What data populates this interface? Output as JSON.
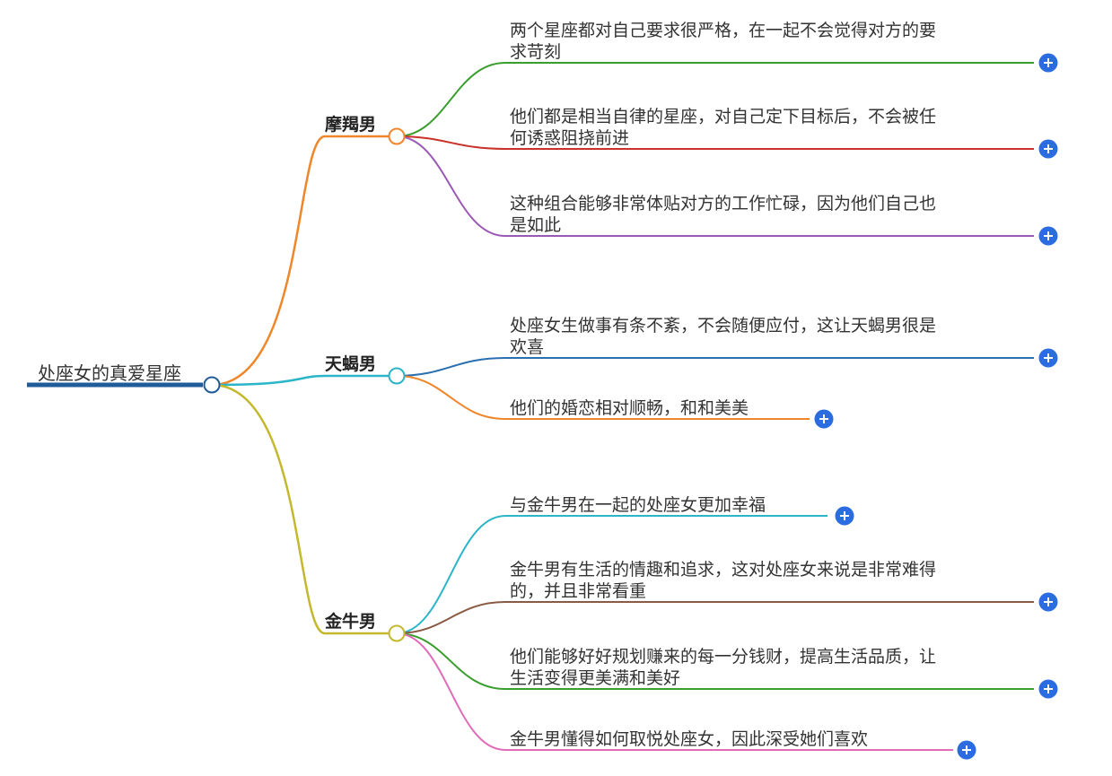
{
  "root": {
    "label": "处座女的真爱星座",
    "color": "#1f5c99"
  },
  "branches": [
    {
      "label": "摩羯男",
      "color": "#f0862a",
      "leaves": [
        {
          "lines": [
            "两个星座都对自己要求很严格，在一起不会觉得对方的要",
            "求苛刻"
          ],
          "color": "#3a9e2e"
        },
        {
          "lines": [
            "他们都是相当自律的星座，对自己定下目标后，不会被任",
            "何诱惑阻挠前进"
          ],
          "color": "#c8322a"
        },
        {
          "lines": [
            "这种组合能够非常体贴对方的工作忙碌，因为他们自己也",
            "是如此"
          ],
          "color": "#9b59b6"
        }
      ]
    },
    {
      "label": "天蝎男",
      "color": "#2bb5c9",
      "leaves": [
        {
          "lines": [
            "处座女生做事有条不紊，不会随便应付，这让天蝎男很是",
            "欢喜"
          ],
          "color": "#2a6fb0"
        },
        {
          "lines": [
            "他们的婚恋相对顺畅，和和美美"
          ],
          "color": "#f0862a"
        }
      ]
    },
    {
      "label": "金牛男",
      "color": "#c4b82c",
      "leaves": [
        {
          "lines": [
            "与金牛男在一起的处座女更加幸福"
          ],
          "color": "#2bb5c9"
        },
        {
          "lines": [
            "金牛男有生活的情趣和追求，这对处座女来说是非常难得",
            "的，并且非常看重"
          ],
          "color": "#8b5a44"
        },
        {
          "lines": [
            "他们能够好好规划赚来的每一分钱财，提高生活品质，让",
            "生活变得更美满和美好"
          ],
          "color": "#3a9e2e"
        },
        {
          "lines": [
            "金牛男懂得如何取悦处座女，因此深受她们喜欢"
          ],
          "color": "#e06bb8"
        }
      ]
    }
  ],
  "expand_icon": "plus-icon",
  "expand_color": "#2b6de0"
}
